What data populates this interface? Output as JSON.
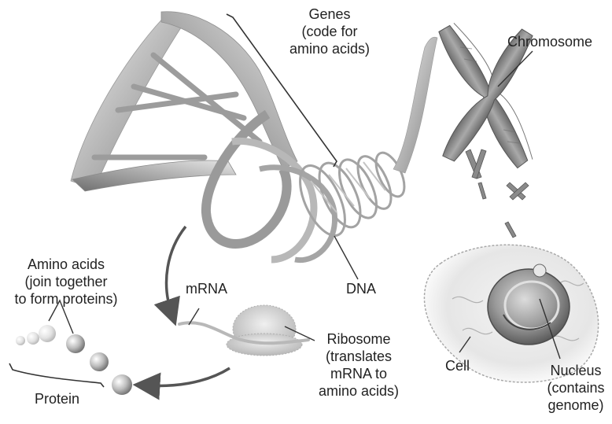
{
  "diagram": {
    "labels": {
      "genes": [
        "Genes",
        "(code for",
        "amino acids)"
      ],
      "chromosome": [
        "Chromosome"
      ],
      "amino_acids": [
        "Amino acids",
        "(join together",
        "to form proteins)"
      ],
      "mrna": [
        "mRNA"
      ],
      "dna": [
        "DNA"
      ],
      "ribosome": [
        "Ribosome",
        "(translates",
        "mRNA to",
        "amino acids)"
      ],
      "protein": [
        "Protein"
      ],
      "cell": [
        "Cell"
      ],
      "nucleus": [
        "Nucleus",
        "(contains",
        "genome)"
      ]
    },
    "colors": {
      "dna_light": "#eeeeee",
      "dna_dark": "#8a8a8a",
      "label_text": "#222222",
      "leader_line": "#333333",
      "background": "#ffffff"
    },
    "icons": [
      "dna-double-helix",
      "chromosome",
      "cell",
      "nucleus",
      "ribosome",
      "amino-acid-bead",
      "curved-arrow"
    ]
  }
}
